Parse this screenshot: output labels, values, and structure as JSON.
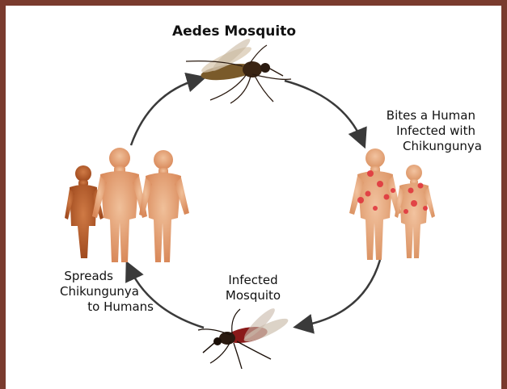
{
  "diagram": {
    "title": "Aedes Mosquito",
    "step_bites": {
      "line1": "Bites a Human",
      "line2": "Infected with",
      "line3": "Chikungunya"
    },
    "step_infected": {
      "line1": "Infected",
      "line2": "Mosquito"
    },
    "step_spreads": {
      "line1": "Spreads",
      "line2": "Chikungunya",
      "line3": "to Humans"
    }
  },
  "colors": {
    "frame": "#7a3b2e",
    "arrow": "#3a3a3a",
    "skin_light": "#e6a67a",
    "skin_mid": "#d98a55",
    "skin_dark": "#b65a28",
    "rash": "#e0303a",
    "mosquito_body": "#5a3a1a",
    "mosquito_dark": "#2a1a10",
    "mosquito_blood": "#8a1a1a"
  },
  "icons": {
    "top_mosquito": "mosquito-icon",
    "bottom_mosquito": "infected-mosquito-icon",
    "healthy_people": "healthy-people-icon",
    "infected_people": "infected-people-icon"
  }
}
